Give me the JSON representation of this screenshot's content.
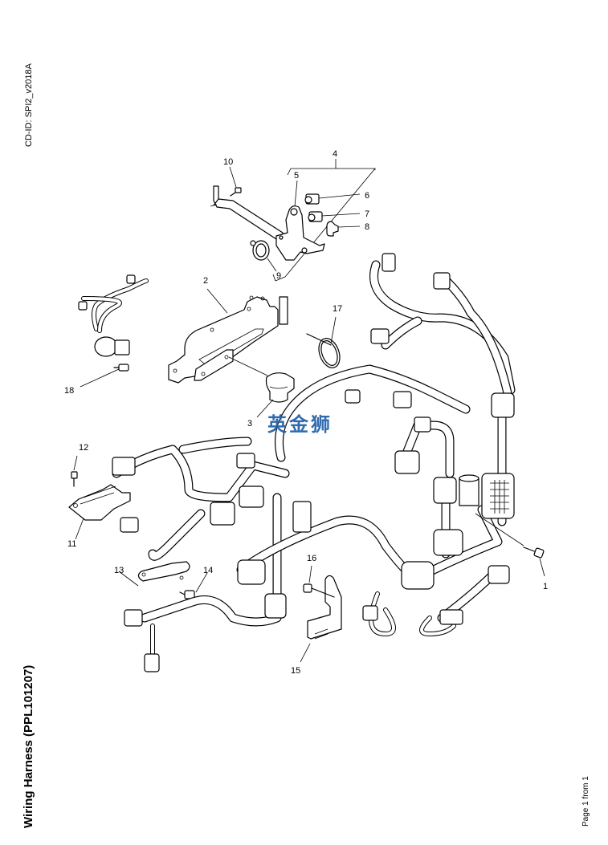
{
  "document": {
    "cd_id": "CD-ID: SPI2_v2018A",
    "title": "Wiring Harness (PPL101207)",
    "page_indicator": "Page 1 from 1",
    "watermark": "英金狮"
  },
  "callouts": [
    {
      "number": "1",
      "part": "bolt"
    },
    {
      "number": "2",
      "part": "bracket"
    },
    {
      "number": "3",
      "part": "clip"
    },
    {
      "number": "4",
      "part": "bracket-kit"
    },
    {
      "number": "5",
      "part": "bracket"
    },
    {
      "number": "6",
      "part": "clip"
    },
    {
      "number": "7",
      "part": "clip"
    },
    {
      "number": "8",
      "part": "clip"
    },
    {
      "number": "9",
      "part": "clamp"
    },
    {
      "number": "10",
      "part": "bolt"
    },
    {
      "number": "11",
      "part": "bracket"
    },
    {
      "number": "12",
      "part": "bolt"
    },
    {
      "number": "13",
      "part": "bracket"
    },
    {
      "number": "14",
      "part": "bolt"
    },
    {
      "number": "15",
      "part": "bracket"
    },
    {
      "number": "16",
      "part": "bolt"
    },
    {
      "number": "17",
      "part": "cable-tie"
    },
    {
      "number": "18",
      "part": "bolt"
    }
  ]
}
